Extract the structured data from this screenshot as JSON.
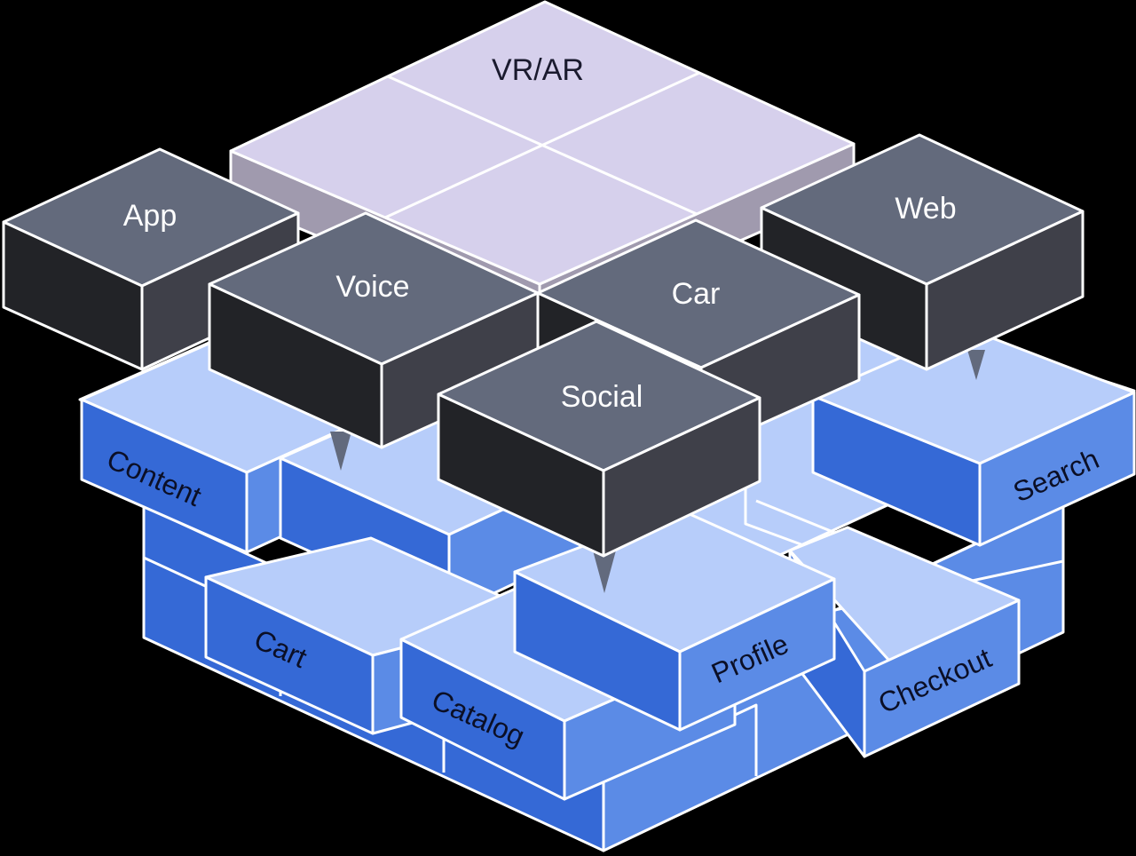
{
  "top_layer": {
    "label": "VR/AR"
  },
  "channels": {
    "app": "App",
    "voice": "Voice",
    "car": "Car",
    "web": "Web",
    "social": "Social"
  },
  "services": {
    "content": "Content",
    "search": "Search",
    "cart": "Cart",
    "profile": "Profile",
    "catalog": "Catalog",
    "checkout": "Checkout"
  },
  "colors": {
    "background": "#000000",
    "outline": "#ffffff",
    "vr_top": "#d6d0ec",
    "vr_side": "#a09aae",
    "dark_top": "#636a7c",
    "dark_left": "#222327",
    "dark_right": "#3f4049",
    "blue_top": "#b7cdfa",
    "blue_front": "#3569d6",
    "blue_side": "#5b8be6",
    "connector": "#626a7d"
  }
}
